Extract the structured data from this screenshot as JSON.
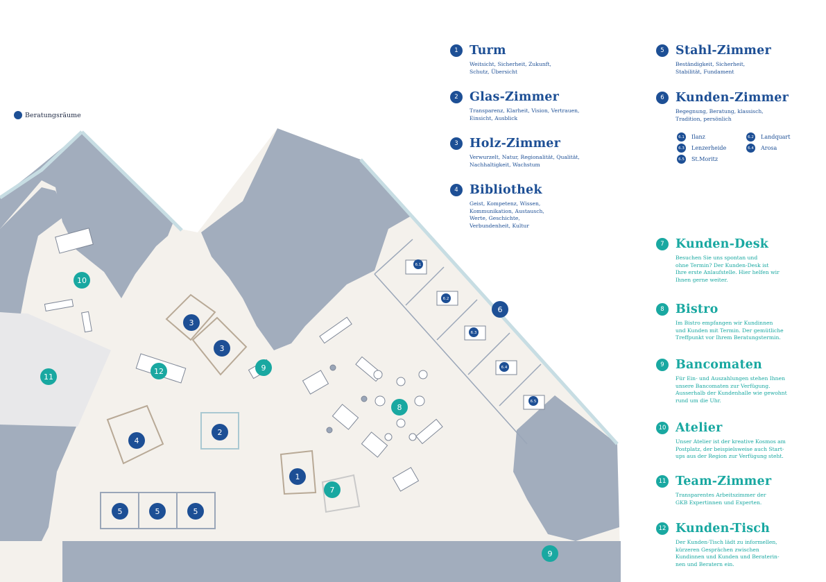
{
  "legend": {
    "label": "Beratungsräume",
    "color": "#1d4f95"
  },
  "colors": {
    "blue": "#1d4f95",
    "teal": "#19a8a1",
    "floor": "#f4f1ec",
    "wall": "#9aa6b8",
    "glass": "#cfe1e6"
  },
  "rooms": [
    {
      "num": "1",
      "title": "Turm",
      "desc": [
        "Weitsicht, Sicherheit, Zukunft,",
        "Schutz, Übersicht"
      ],
      "color": "blue"
    },
    {
      "num": "2",
      "title": "Glas-Zimmer",
      "desc": [
        "Transparenz, Klarheit, Vision, Vertrauen,",
        "Einsicht, Ausblick"
      ],
      "color": "blue"
    },
    {
      "num": "3",
      "title": "Holz-Zimmer",
      "desc": [
        "Verwurzelt, Natur, Regionalität, Qualität,",
        "Nachhaltigkeit, Wachstum"
      ],
      "color": "blue"
    },
    {
      "num": "4",
      "title": "Bibliothek",
      "desc": [
        "Geist, Kompetenz, Wissen,",
        "Kommunikation, Austausch,",
        "Werte, Geschichte,",
        "Verbundenheit, Kultur"
      ],
      "color": "blue"
    },
    {
      "num": "5",
      "title": "Stahl-Zimmer",
      "desc": [
        "Beständigkeit, Sicherheit,",
        "Stabilität, Fundament"
      ],
      "color": "blue"
    },
    {
      "num": "6",
      "title": "Kunden-Zimmer",
      "desc": [
        "Begegnung, Beratung, klassisch,",
        "Tradition, persönlich"
      ],
      "color": "blue"
    },
    {
      "num": "7",
      "title": "Kunden-Desk",
      "desc": [
        "Besuchen Sie uns spontan und",
        "ohne Termin? Der Kunden-Desk ist",
        "Ihre erste Anlaufstelle. Hier helfen wir",
        "Ihnen gerne weiter."
      ],
      "color": "teal"
    },
    {
      "num": "8",
      "title": "Bistro",
      "desc": [
        "Im Bistro empfangen wir Kundinnen",
        "und Kunden mit Termin. Der gemütliche",
        "Treffpunkt vor Ihrem Beratungstermin."
      ],
      "color": "teal"
    },
    {
      "num": "9",
      "title": "Bancomaten",
      "desc": [
        "Für Ein- und Auszahlungen stehen Ihnen",
        "unsere Bancomaten zur Verfügung.",
        "Ausserhalb der Kundenhalle wie gewohnt",
        "rund um die Uhr."
      ],
      "color": "teal"
    },
    {
      "num": "10",
      "title": "Atelier",
      "desc": [
        "Unser Atelier ist der kreative Kosmos am",
        "Postplatz, der beispielsweise auch Start-",
        "ups aus der Region zur Verfügung steht."
      ],
      "color": "teal"
    },
    {
      "num": "11",
      "title": "Team-Zimmer",
      "desc": [
        "Transparentes Arbeitszimmer der",
        "GKB Expertinnen und Experten."
      ],
      "color": "teal"
    },
    {
      "num": "12",
      "title": "Kunden-Tisch",
      "desc": [
        "Der Kunden-Tisch lädt zu informellen,",
        "kürzeren Gesprächen zwischen",
        "Kundinnen und Kunden und Beraterin-",
        "nen und Beratern ein."
      ],
      "color": "teal"
    }
  ],
  "subrooms": [
    {
      "num": "6.1",
      "name": "Ilanz"
    },
    {
      "num": "6.2",
      "name": "Landquart"
    },
    {
      "num": "6.3",
      "name": "Lenzerheide"
    },
    {
      "num": "6.4",
      "name": "Arosa"
    },
    {
      "num": "6.5",
      "name": "St.Moritz"
    }
  ],
  "map_markers": [
    {
      "label": "1",
      "color": "blue"
    },
    {
      "label": "2",
      "color": "blue"
    },
    {
      "label": "3",
      "color": "blue"
    },
    {
      "label": "3",
      "color": "blue"
    },
    {
      "label": "4",
      "color": "blue"
    },
    {
      "label": "5",
      "color": "blue"
    },
    {
      "label": "5",
      "color": "blue"
    },
    {
      "label": "5",
      "color": "blue"
    },
    {
      "label": "6",
      "color": "blue"
    },
    {
      "label": "6.1",
      "color": "blue"
    },
    {
      "label": "6.2",
      "color": "blue"
    },
    {
      "label": "6.3",
      "color": "blue"
    },
    {
      "label": "6.4",
      "color": "blue"
    },
    {
      "label": "6.5",
      "color": "blue"
    },
    {
      "label": "7",
      "color": "teal"
    },
    {
      "label": "8",
      "color": "teal"
    },
    {
      "label": "9",
      "color": "teal"
    },
    {
      "label": "9",
      "color": "teal"
    },
    {
      "label": "10",
      "color": "teal"
    },
    {
      "label": "11",
      "color": "teal"
    },
    {
      "label": "12",
      "color": "teal"
    }
  ]
}
